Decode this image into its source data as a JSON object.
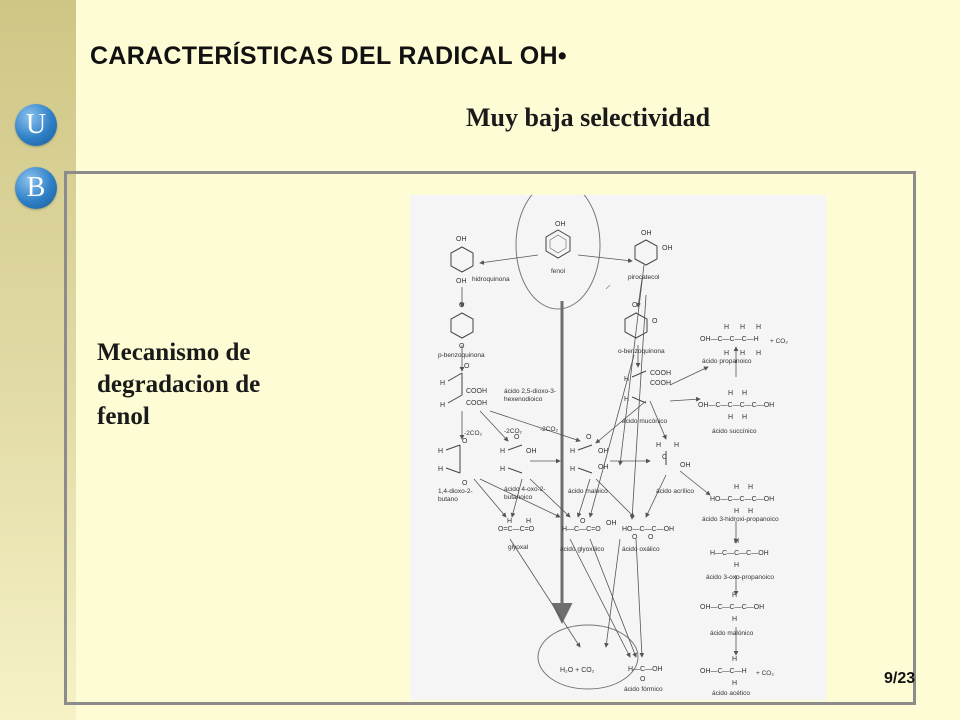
{
  "slide": {
    "title": "CARACTERÍSTICAS DEL RADICAL OH•",
    "subtitle": "Muy baja selectividad",
    "side_label_lines": [
      "Mecanismo de",
      "degradacion de",
      "fenol"
    ],
    "page_number": "9/23"
  },
  "logo": {
    "top_letter": "U",
    "bottom_letter": "B"
  },
  "colors": {
    "background": "#fefcd4",
    "side_band": "#d8cf92",
    "logo_blue": "#2e7fc6",
    "frame_border": "#8c8c8c",
    "diagram_bg": "#f5f5f5",
    "arrow_highlight": "#6e6e6e"
  },
  "diagram": {
    "reactant": "fenol",
    "intermediates": {
      "hidroquinona": "hidroquinona",
      "pirocatecol": "pirocatecol",
      "p_benzoquinona": "p-benzoquinona",
      "o_benzoquinona": "o-benzoquinona",
      "acido_dioxo_line1": "ácido 2,5-dioxo-3-",
      "acido_dioxo_line2": "hexenodioico",
      "acido_muconico": "ácido mucónico",
      "dioxo_butano_line1": "1,4-dioxo-2-",
      "dioxo_butano_line2": "butano",
      "oxo_butanoico_line1": "ácido 4-oxo-2-",
      "oxo_butanoico_line2": "butanoico",
      "acido_maleico": "ácido maleico",
      "acido_acrilico": "ácido acrílico",
      "glyoxal": "glyoxal",
      "acido_glyoxilico": "ácido glyoxílico",
      "acido_oxalico": "ácido oxálico",
      "acido_propanoico": "ácido propanoico",
      "acido_succinico": "ácido succínico",
      "hidroxi_propanoico": "ácido 3-hidroxi-propanoico",
      "oxo_propanoico": "ácido 3-oxo-propanoico",
      "acido_malonico": "ácido malónico",
      "acido_formico": "ácido fórmico",
      "acido_acetico": "ácido acético"
    },
    "co2_loss": {
      "step_a": "-2CO₂",
      "step_b": "-2CO₂",
      "step_c": "-2CO₂"
    },
    "final_products": "H₂O + CO₂",
    "co2_propanoico": "+ CO₂",
    "co2_acetico": "+ CO₂"
  }
}
